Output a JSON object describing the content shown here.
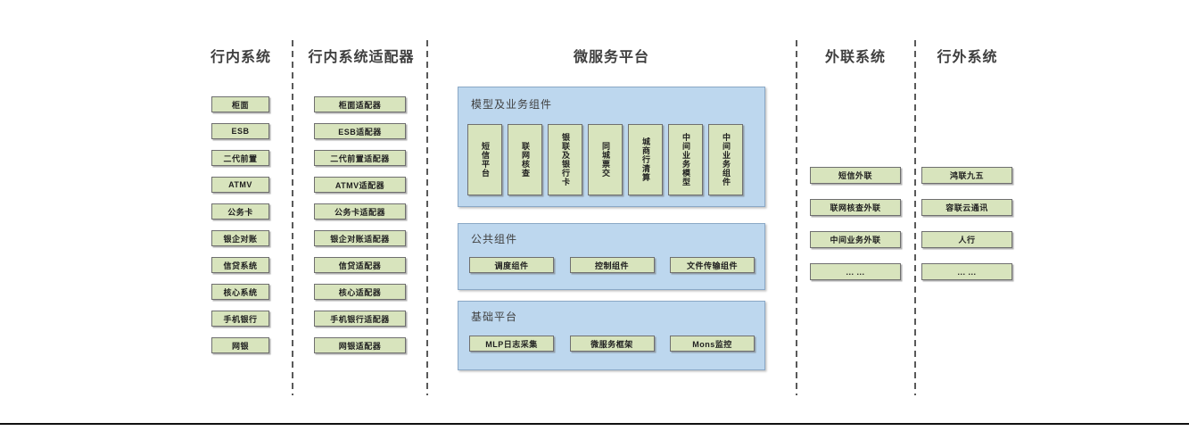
{
  "internal": {
    "title": "行内系统",
    "items": [
      "柜面",
      "ESB",
      "二代前置",
      "ATMV",
      "公务卡",
      "银企对账",
      "信贷系统",
      "核心系统",
      "手机银行",
      "网银"
    ]
  },
  "adapters": {
    "title": "行内系统适配器",
    "items": [
      "柜面适配器",
      "ESB适配器",
      "二代前置适配器",
      "ATMV适配器",
      "公务卡适配器",
      "银企对账适配器",
      "信贷适配器",
      "核心适配器",
      "手机银行适配器",
      "网银适配器"
    ]
  },
  "platform": {
    "title": "微服务平台",
    "model_section": {
      "title": "模型及业务组件",
      "items": [
        "短信平台",
        "联网核查",
        "银联及银行卡",
        "同城票交",
        "城商行清算",
        "中间业务模型",
        "中间业务组件"
      ]
    },
    "common_section": {
      "title": "公共组件",
      "items": [
        "调度组件",
        "控制组件",
        "文件传输组件"
      ]
    },
    "base_section": {
      "title": "基础平台",
      "items": [
        "MLP日志采集",
        "微服务框架",
        "Mons监控"
      ]
    }
  },
  "outbound": {
    "title": "外联系统",
    "items": [
      "短信外联",
      "联网核查外联",
      "中间业务外联",
      "... ..."
    ]
  },
  "external": {
    "title": "行外系统",
    "items": [
      "鸿联九五",
      "容联云通讯",
      "人行",
      "... ..."
    ]
  },
  "colors": {
    "box_fill": "#d8e4bd",
    "box_border": "#6f6f6f",
    "panel_fill": "#bdd7ee",
    "panel_border": "#8aa8c6",
    "header_text": "#3f3f3f",
    "divider": "#595959",
    "bottom_rule": "#111111"
  }
}
